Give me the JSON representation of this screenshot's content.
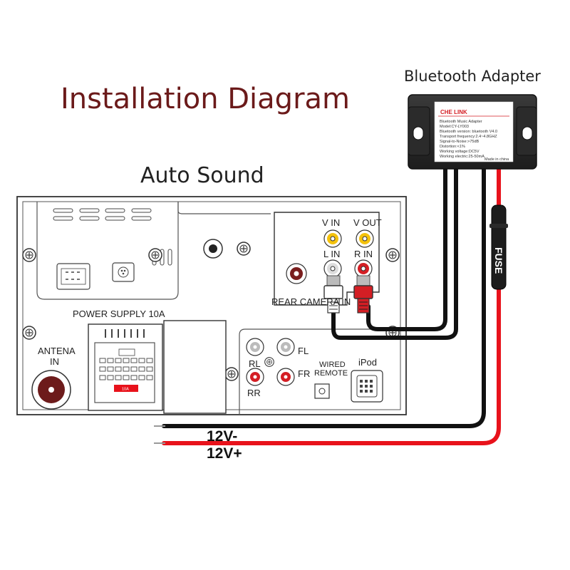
{
  "title": "Installation Diagram",
  "subtitle": "Auto Sound",
  "adapter": {
    "heading": "Bluetooth Adapter",
    "brand": "CHE LINK",
    "label_lines": [
      "Bluetooth Music Adapter",
      "Model:CY-LY003",
      "Bluetooth version: bluetooth V4.0",
      "Transport frequency:2.4~4.8GHZ",
      "Signal-to-Noise:>75dB",
      "Distortion:<1%",
      "Working voltage:DC5V",
      "Working electric:25-50mA"
    ],
    "made_in": "Made in china"
  },
  "fuse_label": "FUSE",
  "unit_labels": {
    "v_in": "V IN",
    "v_out": "V OUT",
    "l_in": "L IN",
    "r_in": "R IN",
    "rear_camera": "REAR CAMERA IN",
    "power_supply": "POWER SUPPLY 10A",
    "fuse_tag": "10A",
    "antena": "ANTENA",
    "antena_in": "IN",
    "fl": "FL",
    "rl": "RL",
    "fr": "FR",
    "rr": "RR",
    "wired": "WIRED",
    "remote": "REMOTE",
    "ipod": "iPod"
  },
  "power": {
    "negative": "12V-",
    "positive": "12V+"
  },
  "colors": {
    "title": "#6b1a1a",
    "wire_black": "#111111",
    "wire_red": "#e8121b",
    "rca_red": "#d41e24",
    "rca_yellow": "#f4c20d"
  }
}
